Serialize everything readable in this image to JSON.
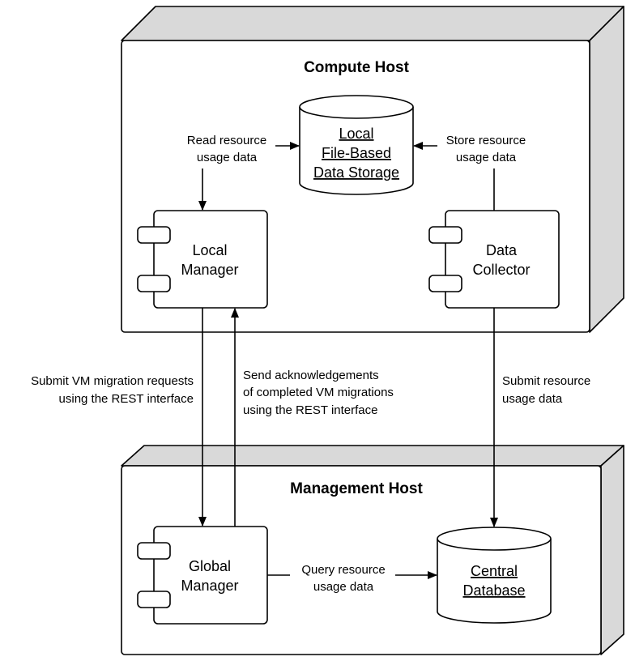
{
  "compute_host": {
    "title": "Compute Host",
    "local_storage": [
      "Local",
      "File-Based",
      "Data Storage"
    ],
    "local_manager": [
      "Local",
      "Manager"
    ],
    "data_collector": [
      "Data",
      "Collector"
    ],
    "read_edge": [
      "Read resource",
      "usage data"
    ],
    "store_edge": [
      "Store resource",
      "usage data"
    ]
  },
  "management_host": {
    "title": "Management Host",
    "global_manager": [
      "Global",
      "Manager"
    ],
    "central_db": [
      "Central",
      "Database"
    ],
    "query_edge": [
      "Query resource",
      "usage data"
    ]
  },
  "between_hosts": {
    "submit_migration": [
      "Submit VM migration requests",
      "using the REST interface"
    ],
    "send_ack": [
      "Send acknowledgements",
      "of completed VM migrations",
      "using the REST interface"
    ],
    "submit_usage": [
      "Submit resource",
      "usage data"
    ]
  },
  "colors": {
    "node_side": "#d9d9d9",
    "node_fill": "#ffffff",
    "stroke": "#000000"
  }
}
